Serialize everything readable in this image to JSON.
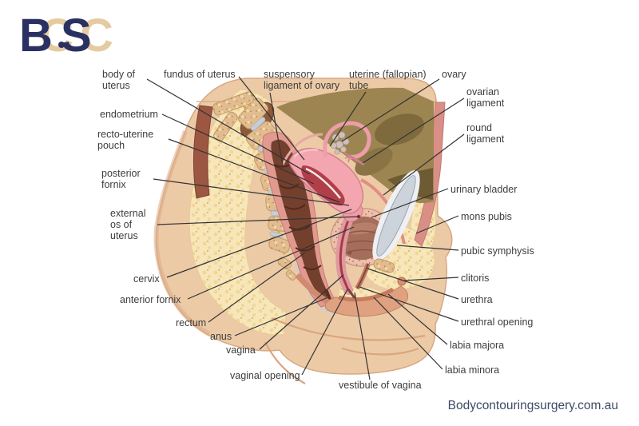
{
  "logo": {
    "b": "B",
    "c1": "C",
    "s": "S",
    "c2": "C"
  },
  "watermark": {
    "text": "Bodycontouringsurgery.com.au"
  },
  "labels": [
    {
      "id": "body-of-uterus",
      "text": "body of uterus"
    },
    {
      "id": "fundus-of-uterus",
      "text": "fundus of uterus"
    },
    {
      "id": "suspensory-ligament",
      "text": "suspensory ligament of ovary"
    },
    {
      "id": "uterine-tube",
      "text": "uterine (fallopian) tube"
    },
    {
      "id": "ovary",
      "text": "ovary"
    },
    {
      "id": "ovarian-ligament",
      "text": "ovarian ligament"
    },
    {
      "id": "round-ligament",
      "text": "round ligament"
    },
    {
      "id": "endometrium",
      "text": "endometrium"
    },
    {
      "id": "recto-uterine-pouch",
      "text": "recto-uterine pouch"
    },
    {
      "id": "posterior-fornix",
      "text": "posterior fornix"
    },
    {
      "id": "external-os-of-uterus",
      "text": "external os of uterus"
    },
    {
      "id": "urinary-bladder",
      "text": "urinary bladder"
    },
    {
      "id": "mons-pubis",
      "text": "mons pubis"
    },
    {
      "id": "pubic-symphysis",
      "text": "pubic symphysis"
    },
    {
      "id": "cervix",
      "text": "cervix"
    },
    {
      "id": "clitoris",
      "text": "clitoris"
    },
    {
      "id": "anterior-fornix",
      "text": "anterior fornix"
    },
    {
      "id": "urethra",
      "text": "urethra"
    },
    {
      "id": "rectum",
      "text": "rectum"
    },
    {
      "id": "urethral-opening",
      "text": "urethral opening"
    },
    {
      "id": "anus",
      "text": "anus"
    },
    {
      "id": "labia-majora",
      "text": "labia majora"
    },
    {
      "id": "vagina",
      "text": "vagina"
    },
    {
      "id": "labia-minora",
      "text": "labia minora"
    },
    {
      "id": "vaginal-opening",
      "text": "vaginal opening"
    },
    {
      "id": "vestibule-of-vagina",
      "text": "vestibule of vagina"
    }
  ],
  "colors": {
    "logo_navy": "#2a3162",
    "logo_tan": "#e5cba1",
    "watermark_text": "#3e4a66",
    "label_text": "#3d3d3d",
    "leader_line": "#333333",
    "skin": "#eccaa6",
    "skin_edge": "#d9a782",
    "fat": "#f8e6bb",
    "bone": "#e2bc8e",
    "cavity": "#9d8551",
    "rectum_lumen": "#74402e",
    "uterus_pink": "#f3a6af",
    "endometrium_red": "#b13f49",
    "bladder_interior": "#a56e5b",
    "cartilage_grey": "#ccd3da"
  }
}
